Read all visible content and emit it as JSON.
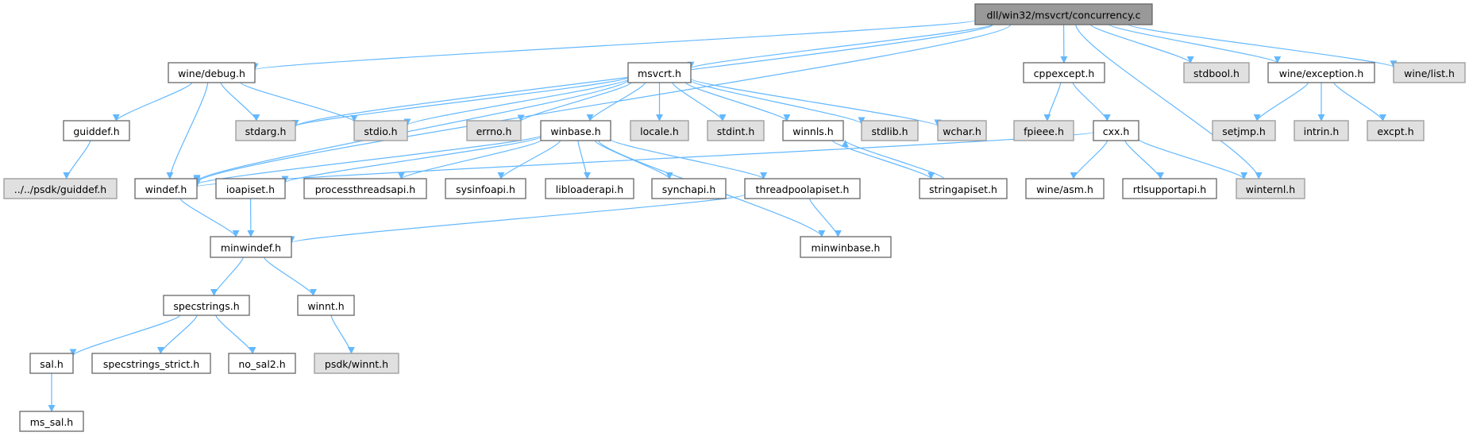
{
  "title": "dll/win32/msvcrt/concurrency.c",
  "colors": {
    "edge": "#63b8ff",
    "root_fill": "#999999",
    "gray_fill": "#e0e0e0",
    "node_fill": "#ffffff"
  },
  "nodes": [
    {
      "id": "root",
      "label": "dll/win32/msvcrt/concurrency.c",
      "style": "root"
    },
    {
      "id": "winedebug",
      "label": "wine/debug.h",
      "style": "normal"
    },
    {
      "id": "msvcrt",
      "label": "msvcrt.h",
      "style": "normal"
    },
    {
      "id": "cppexcept",
      "label": "cppexcept.h",
      "style": "normal"
    },
    {
      "id": "stdbool",
      "label": "stdbool.h",
      "style": "gray"
    },
    {
      "id": "wineexception",
      "label": "wine/exception.h",
      "style": "normal"
    },
    {
      "id": "winelist",
      "label": "wine/list.h",
      "style": "gray"
    },
    {
      "id": "guiddef",
      "label": "guiddef.h",
      "style": "normal"
    },
    {
      "id": "stdarg",
      "label": "stdarg.h",
      "style": "gray"
    },
    {
      "id": "stdio",
      "label": "stdio.h",
      "style": "gray"
    },
    {
      "id": "errno",
      "label": "errno.h",
      "style": "gray"
    },
    {
      "id": "winbase",
      "label": "winbase.h",
      "style": "normal"
    },
    {
      "id": "locale",
      "label": "locale.h",
      "style": "gray"
    },
    {
      "id": "stdint",
      "label": "stdint.h",
      "style": "gray"
    },
    {
      "id": "winnls",
      "label": "winnls.h",
      "style": "normal"
    },
    {
      "id": "stdlib",
      "label": "stdlib.h",
      "style": "gray"
    },
    {
      "id": "wchar",
      "label": "wchar.h",
      "style": "gray"
    },
    {
      "id": "fpieee",
      "label": "fpieee.h",
      "style": "gray"
    },
    {
      "id": "cxx",
      "label": "cxx.h",
      "style": "normal"
    },
    {
      "id": "setjmp",
      "label": "setjmp.h",
      "style": "gray"
    },
    {
      "id": "intrin",
      "label": "intrin.h",
      "style": "gray"
    },
    {
      "id": "excpt",
      "label": "excpt.h",
      "style": "gray"
    },
    {
      "id": "psdkguiddef",
      "label": "../../psdk/guiddef.h",
      "style": "gray"
    },
    {
      "id": "windef",
      "label": "windef.h",
      "style": "normal"
    },
    {
      "id": "ioapiset",
      "label": "ioapiset.h",
      "style": "normal"
    },
    {
      "id": "processthreadsapi",
      "label": "processthreadsapi.h",
      "style": "normal"
    },
    {
      "id": "sysinfoapi",
      "label": "sysinfoapi.h",
      "style": "normal"
    },
    {
      "id": "libloaderapi",
      "label": "libloaderapi.h",
      "style": "normal"
    },
    {
      "id": "synchapi",
      "label": "synchapi.h",
      "style": "normal"
    },
    {
      "id": "threadpoolapiset",
      "label": "threadpoolapiset.h",
      "style": "normal"
    },
    {
      "id": "stringapiset",
      "label": "stringapiset.h",
      "style": "normal"
    },
    {
      "id": "wineasm",
      "label": "wine/asm.h",
      "style": "normal"
    },
    {
      "id": "rtlsupportapi",
      "label": "rtlsupportapi.h",
      "style": "normal"
    },
    {
      "id": "winternl",
      "label": "winternl.h",
      "style": "gray"
    },
    {
      "id": "minwindef",
      "label": "minwindef.h",
      "style": "normal"
    },
    {
      "id": "minwinbase",
      "label": "minwinbase.h",
      "style": "normal"
    },
    {
      "id": "specstrings",
      "label": "specstrings.h",
      "style": "normal"
    },
    {
      "id": "winnt",
      "label": "winnt.h",
      "style": "normal"
    },
    {
      "id": "sal",
      "label": "sal.h",
      "style": "normal"
    },
    {
      "id": "specstringsstrict",
      "label": "specstrings_strict.h",
      "style": "normal"
    },
    {
      "id": "nosal2",
      "label": "no_sal2.h",
      "style": "normal"
    },
    {
      "id": "psdkwinnt",
      "label": "psdk/winnt.h",
      "style": "gray"
    },
    {
      "id": "mssal",
      "label": "ms_sal.h",
      "style": "normal"
    }
  ],
  "edges": [
    [
      "root",
      "winedebug"
    ],
    [
      "root",
      "stdarg"
    ],
    [
      "root",
      "windef"
    ],
    [
      "root",
      "msvcrt"
    ],
    [
      "root",
      "cppexcept"
    ],
    [
      "root",
      "winternl"
    ],
    [
      "root",
      "stdbool"
    ],
    [
      "root",
      "wineexception"
    ],
    [
      "root",
      "winelist"
    ],
    [
      "winedebug",
      "guiddef"
    ],
    [
      "winedebug",
      "windef"
    ],
    [
      "winedebug",
      "stdarg"
    ],
    [
      "winedebug",
      "stdio"
    ],
    [
      "guiddef",
      "psdkguiddef"
    ],
    [
      "msvcrt",
      "stdarg"
    ],
    [
      "msvcrt",
      "stdio"
    ],
    [
      "msvcrt",
      "windef"
    ],
    [
      "msvcrt",
      "errno"
    ],
    [
      "msvcrt",
      "winbase"
    ],
    [
      "msvcrt",
      "locale"
    ],
    [
      "msvcrt",
      "stdint"
    ],
    [
      "msvcrt",
      "winnls"
    ],
    [
      "msvcrt",
      "stdlib"
    ],
    [
      "msvcrt",
      "wchar"
    ],
    [
      "winbase",
      "windef"
    ],
    [
      "winbase",
      "ioapiset"
    ],
    [
      "winbase",
      "processthreadsapi"
    ],
    [
      "winbase",
      "sysinfoapi"
    ],
    [
      "winbase",
      "libloaderapi"
    ],
    [
      "winbase",
      "synchapi"
    ],
    [
      "winbase",
      "threadpoolapiset"
    ],
    [
      "winbase",
      "minwinbase"
    ],
    [
      "winnls",
      "stringapiset"
    ],
    [
      "stringapiset",
      "winnls"
    ],
    [
      "cppexcept",
      "fpieee"
    ],
    [
      "cppexcept",
      "cxx"
    ],
    [
      "cxx",
      "windef"
    ],
    [
      "cxx",
      "wineasm"
    ],
    [
      "cxx",
      "rtlsupportapi"
    ],
    [
      "cxx",
      "winternl"
    ],
    [
      "wineexception",
      "setjmp"
    ],
    [
      "wineexception",
      "intrin"
    ],
    [
      "wineexception",
      "excpt"
    ],
    [
      "windef",
      "minwindef"
    ],
    [
      "ioapiset",
      "minwindef"
    ],
    [
      "threadpoolapiset",
      "minwindef"
    ],
    [
      "threadpoolapiset",
      "minwinbase"
    ],
    [
      "minwindef",
      "specstrings"
    ],
    [
      "minwindef",
      "winnt"
    ],
    [
      "specstrings",
      "sal"
    ],
    [
      "specstrings",
      "specstringsstrict"
    ],
    [
      "specstrings",
      "nosal2"
    ],
    [
      "winnt",
      "psdkwinnt"
    ],
    [
      "sal",
      "mssal"
    ]
  ]
}
